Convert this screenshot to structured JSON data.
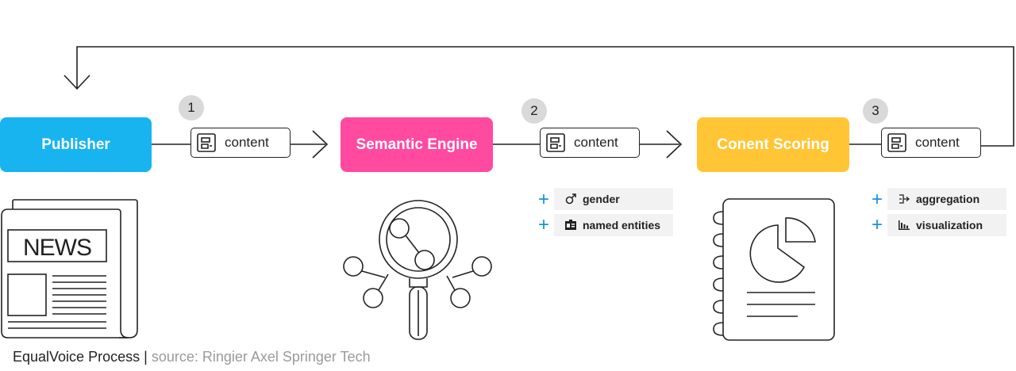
{
  "nodes": {
    "publisher": {
      "label": "Publisher",
      "color": "#17b4ef"
    },
    "semantic": {
      "label": "Semantic Engine",
      "color": "#ff4aa0"
    },
    "scoring": {
      "label": "Conent Scoring",
      "color": "#ffc535"
    }
  },
  "steps": [
    {
      "number": "1",
      "label": "content"
    },
    {
      "number": "2",
      "label": "content"
    },
    {
      "number": "3",
      "label": "content"
    }
  ],
  "features_semantic": [
    {
      "icon": "gender-icon",
      "label": "gender"
    },
    {
      "icon": "id-card-icon",
      "label": "named entities"
    }
  ],
  "features_scoring": [
    {
      "icon": "aggregation-icon",
      "label": "aggregation"
    },
    {
      "icon": "bar-chart-icon",
      "label": "visualization"
    }
  ],
  "newspaper_text": "NEWS",
  "caption": {
    "title": "EqualVoice Process",
    "separator": "|",
    "source": "source: Ringier Axel Springer Tech"
  }
}
